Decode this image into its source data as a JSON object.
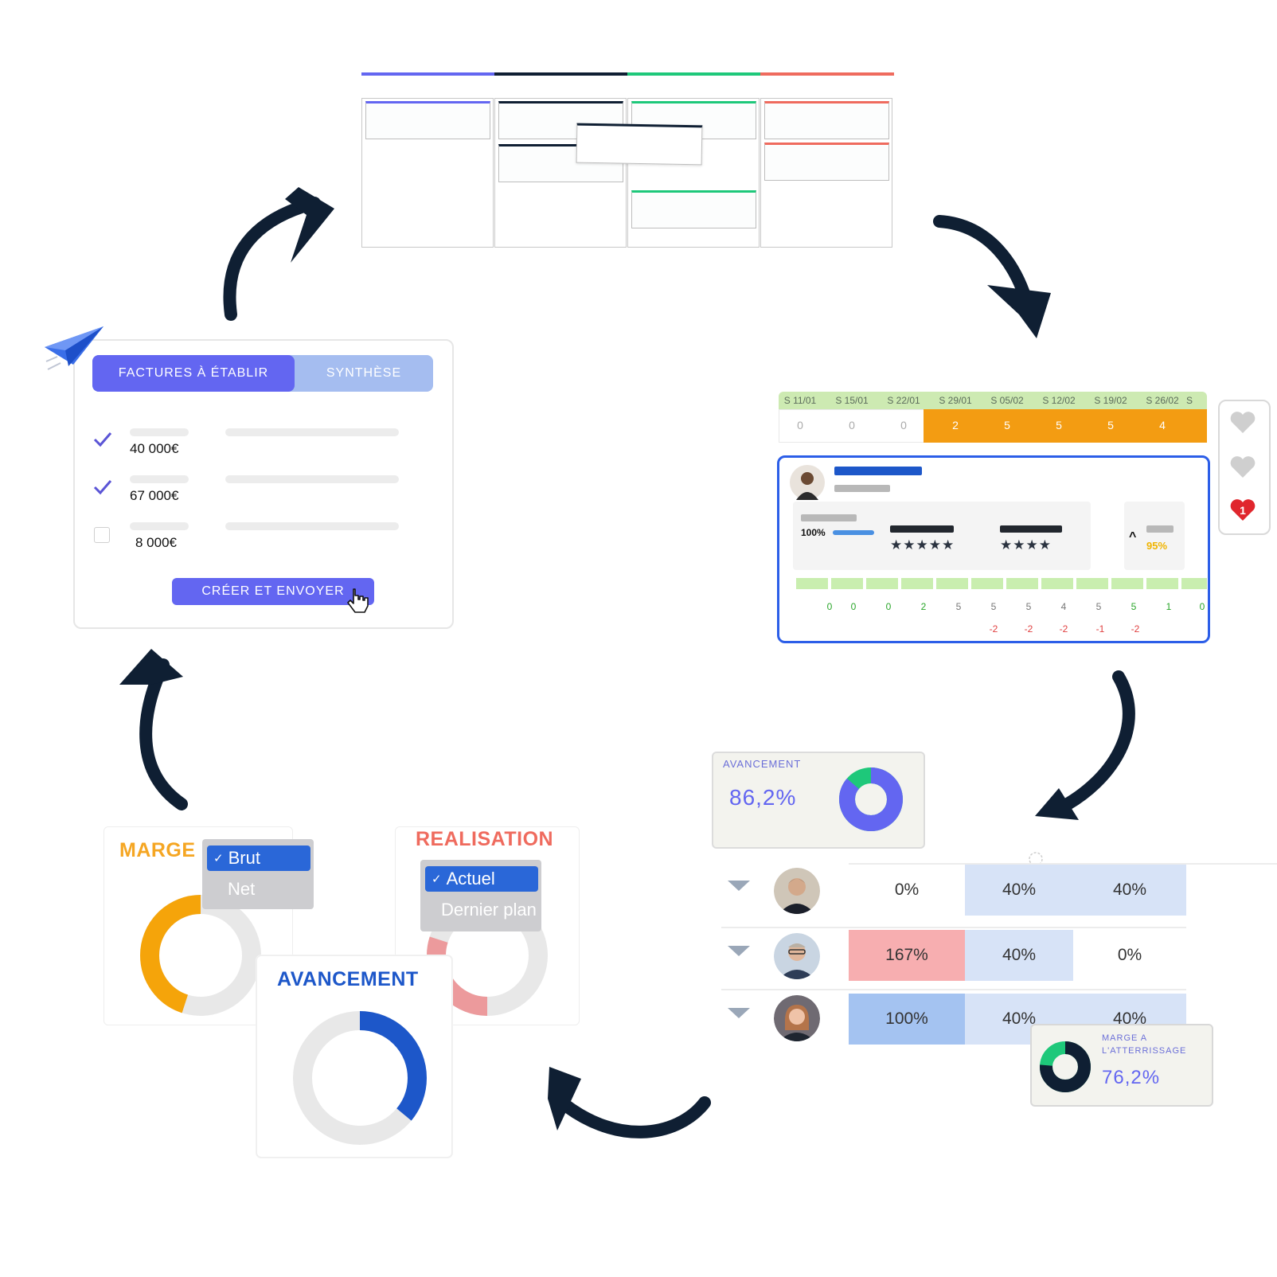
{
  "colors": {
    "indigo": "#6366f1",
    "navy": "#0f1f33",
    "green": "#1ec87a",
    "red": "#ef6b5e",
    "orange": "#f39c12",
    "blue": "#1d57c9"
  },
  "invoices": {
    "tab_active": "FACTURES À ÉTABLIR",
    "tab_inactive": "SYNTHÈSE",
    "items": [
      {
        "amount": "40 000€",
        "checked": true
      },
      {
        "amount": "67 000€",
        "checked": true
      },
      {
        "amount": "8 000€",
        "checked": false
      }
    ],
    "create_button": "CRÉER ET ENVOYER",
    "icons": [
      "paper-plane-icon",
      "hand-cursor-icon",
      "check-icon"
    ]
  },
  "planning": {
    "weeks": [
      "S 11/01",
      "S 15/01",
      "S 22/01",
      "S 29/01",
      "S 05/02",
      "S 12/02",
      "S 19/02",
      "S 26/02",
      "S"
    ],
    "values": [
      "0",
      "0",
      "0",
      "2",
      "5",
      "5",
      "5",
      "4"
    ],
    "person": {
      "progress_label": "100%",
      "progress": 1.0,
      "rating_a": 5,
      "rating_b": 4,
      "trend_value": "95%"
    },
    "availability": [
      "0",
      "0",
      "0",
      "2",
      "5",
      "5",
      "5",
      "4",
      "5",
      "5",
      "1",
      "0"
    ],
    "deltas": [
      "-2",
      "-2",
      "-2",
      "-1",
      "-2"
    ],
    "heart_badge": "1"
  },
  "avancement_widget": {
    "title": "AVANCEMENT",
    "value": "86,2%",
    "fraction": 0.862
  },
  "staff_table": {
    "rows": [
      {
        "cells": [
          "0%",
          "40%",
          "40%"
        ]
      },
      {
        "cells": [
          "167%",
          "40%",
          "0%"
        ]
      },
      {
        "cells": [
          "100%",
          "40%",
          "40%"
        ]
      }
    ]
  },
  "marge_widget": {
    "title_line1": "MARGE A",
    "title_line2": "L'ATTERRISSAGE",
    "value": "76,2%",
    "fraction": 0.762
  },
  "marge_panel": {
    "title": "MARGE",
    "selected": "Brut",
    "other": "Net",
    "fraction": 0.45
  },
  "realisation_panel": {
    "title": "REALISATION",
    "selected": "Actuel",
    "other": "Dernier plan",
    "fraction": 0.3
  },
  "avancement_panel": {
    "title": "AVANCEMENT",
    "fraction": 0.36
  }
}
